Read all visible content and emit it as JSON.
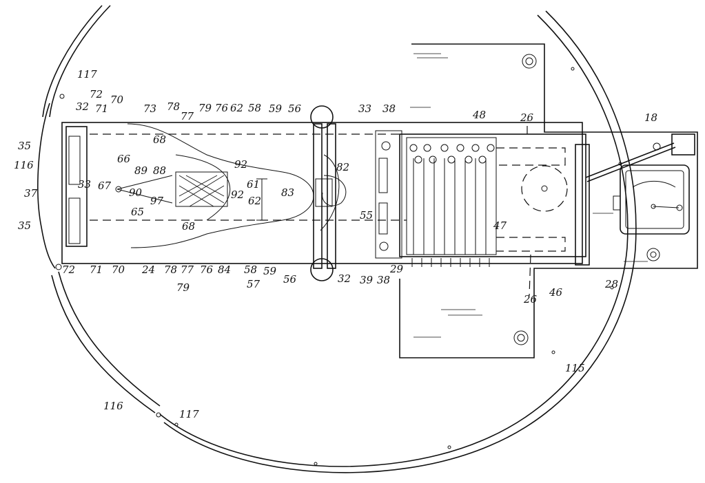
{
  "figure": {
    "reference_numerals": [
      {
        "id": "n117a",
        "text": "117"
      },
      {
        "id": "n72a",
        "text": "72"
      },
      {
        "id": "n70a",
        "text": "70"
      },
      {
        "id": "n32a",
        "text": "32"
      },
      {
        "id": "n71a",
        "text": "71"
      },
      {
        "id": "n73",
        "text": "73"
      },
      {
        "id": "n78a",
        "text": "78"
      },
      {
        "id": "n77a",
        "text": "77"
      },
      {
        "id": "n79a",
        "text": "79"
      },
      {
        "id": "n76a",
        "text": "76"
      },
      {
        "id": "n62a",
        "text": "62"
      },
      {
        "id": "n58a",
        "text": "58"
      },
      {
        "id": "n59a",
        "text": "59"
      },
      {
        "id": "n56a",
        "text": "56"
      },
      {
        "id": "n33a",
        "text": "33"
      },
      {
        "id": "n38a",
        "text": "38"
      },
      {
        "id": "n48",
        "text": "48"
      },
      {
        "id": "n26a",
        "text": "26"
      },
      {
        "id": "n18",
        "text": "18"
      },
      {
        "id": "n35a",
        "text": "35"
      },
      {
        "id": "n116a",
        "text": "116"
      },
      {
        "id": "n37",
        "text": "37"
      },
      {
        "id": "n66",
        "text": "66"
      },
      {
        "id": "n68a",
        "text": "68"
      },
      {
        "id": "n89",
        "text": "89"
      },
      {
        "id": "n88",
        "text": "88"
      },
      {
        "id": "n92a",
        "text": "92"
      },
      {
        "id": "n82",
        "text": "82"
      },
      {
        "id": "n33b",
        "text": "33"
      },
      {
        "id": "n67",
        "text": "67"
      },
      {
        "id": "n90",
        "text": "90"
      },
      {
        "id": "n97",
        "text": "97"
      },
      {
        "id": "n61",
        "text": "61"
      },
      {
        "id": "n83",
        "text": "83"
      },
      {
        "id": "n62b",
        "text": "62"
      },
      {
        "id": "n92b",
        "text": "92"
      },
      {
        "id": "n65",
        "text": "65"
      },
      {
        "id": "n55",
        "text": "55"
      },
      {
        "id": "n47",
        "text": "47"
      },
      {
        "id": "n35b",
        "text": "35"
      },
      {
        "id": "n68b",
        "text": "68"
      },
      {
        "id": "n72b",
        "text": "72"
      },
      {
        "id": "n71b",
        "text": "71"
      },
      {
        "id": "n70b",
        "text": "70"
      },
      {
        "id": "n24",
        "text": "24"
      },
      {
        "id": "n78b",
        "text": "78"
      },
      {
        "id": "n77b",
        "text": "77"
      },
      {
        "id": "n76b",
        "text": "76"
      },
      {
        "id": "n84",
        "text": "84"
      },
      {
        "id": "n58b",
        "text": "58"
      },
      {
        "id": "n59b",
        "text": "59"
      },
      {
        "id": "n56b",
        "text": "56"
      },
      {
        "id": "n32b",
        "text": "32"
      },
      {
        "id": "n39",
        "text": "39"
      },
      {
        "id": "n38b",
        "text": "38"
      },
      {
        "id": "n29",
        "text": "29"
      },
      {
        "id": "n46",
        "text": "46"
      },
      {
        "id": "n26b",
        "text": "26"
      },
      {
        "id": "n28",
        "text": "28"
      },
      {
        "id": "n79b",
        "text": "79"
      },
      {
        "id": "n57",
        "text": "57"
      },
      {
        "id": "n115",
        "text": "115"
      },
      {
        "id": "n116b",
        "text": "116"
      },
      {
        "id": "n117b",
        "text": "117"
      }
    ]
  }
}
